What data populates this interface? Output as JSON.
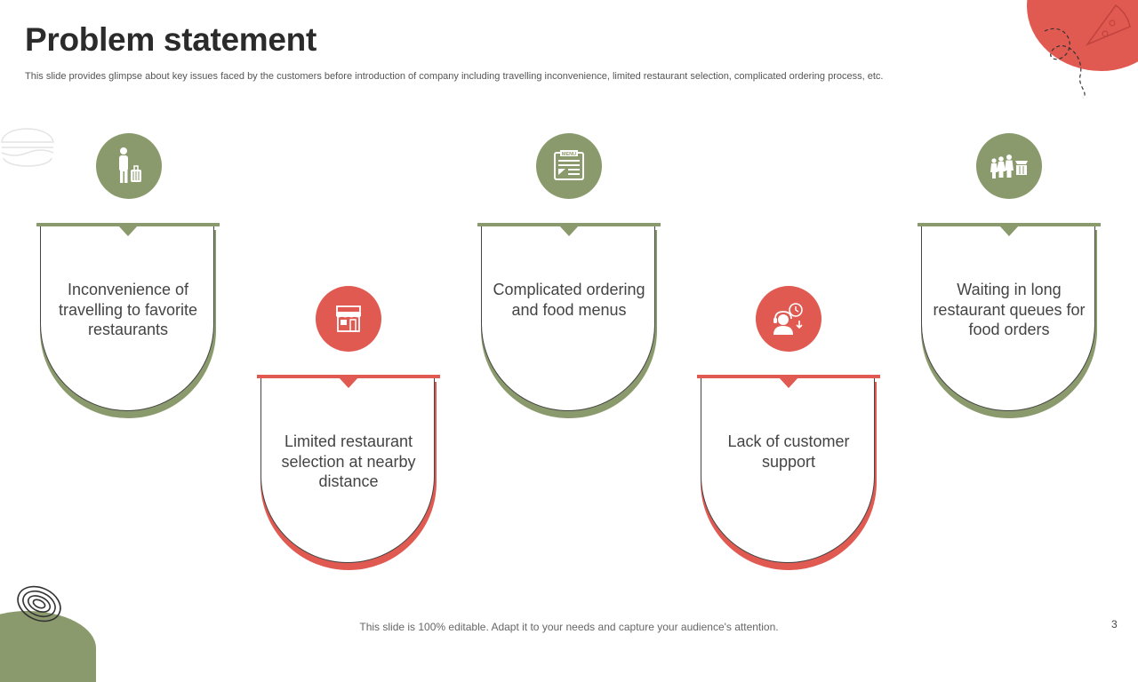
{
  "header": {
    "title": "Problem statement",
    "subtitle": "This slide provides glimpse about key issues faced by the customers before introduction of company including travelling inconvenience, limited restaurant selection, complicated ordering process, etc."
  },
  "problems": [
    {
      "text": "Inconvenience of travelling to favorite restaurants",
      "icon": "traveller-luggage-icon",
      "color": "#8b9a6c"
    },
    {
      "text": "Limited restaurant selection at nearby distance",
      "icon": "restaurant-storefront-icon",
      "color": "#e05a52"
    },
    {
      "text": "Complicated ordering and food menus",
      "icon": "menu-card-icon",
      "color": "#8b9a6c"
    },
    {
      "text": "Lack of customer support",
      "icon": "support-agent-icon",
      "color": "#e05a52"
    },
    {
      "text": "Waiting in long restaurant queues for food orders",
      "icon": "queue-people-icon",
      "color": "#8b9a6c"
    }
  ],
  "footer": {
    "note": "This slide is 100% editable. Adapt it to your needs and capture your audience's attention.",
    "page_number": "3"
  },
  "colors": {
    "accent_green": "#8b9a6c",
    "accent_red": "#e05a52"
  }
}
